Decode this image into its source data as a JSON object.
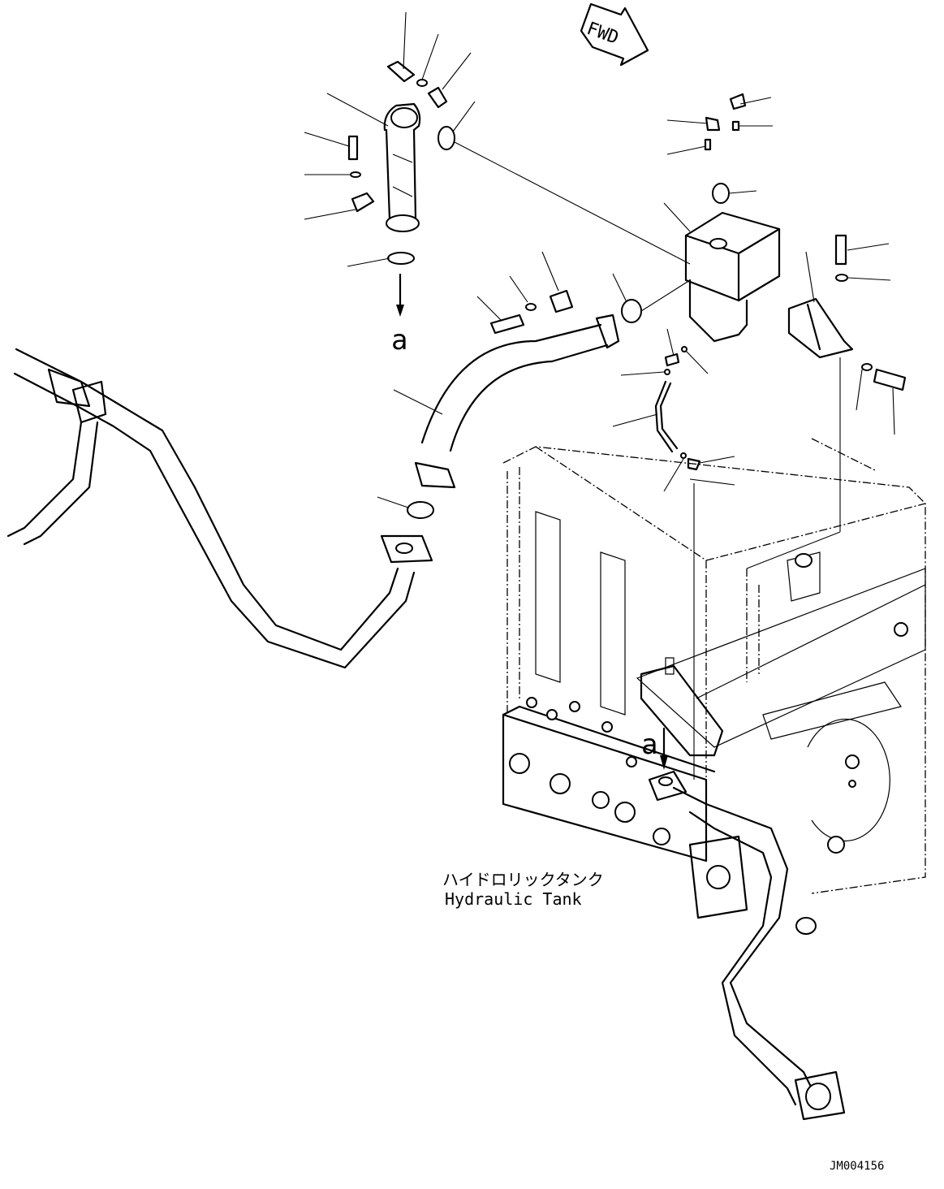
{
  "drawing": {
    "direction_marker": "FWD",
    "view_label_top": "a",
    "view_label_bottom": "a",
    "tank_label_jp": "ハイドロリックタンク",
    "tank_label_en": "Hydraulic Tank",
    "drawing_number": "JM004156"
  }
}
